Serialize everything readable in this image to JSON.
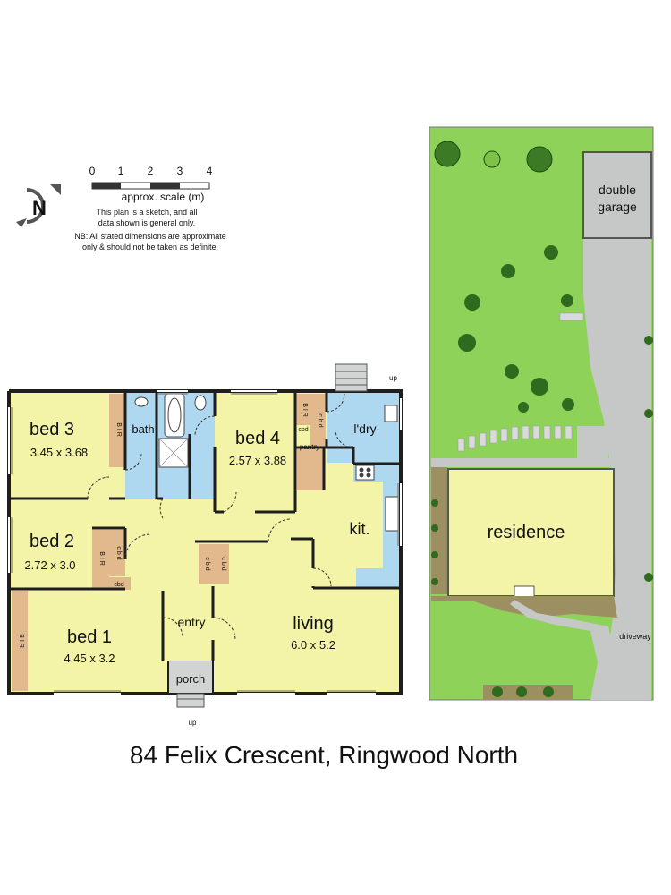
{
  "scale": {
    "ticks": [
      "0",
      "1",
      "2",
      "3",
      "4"
    ],
    "caption": "approx. scale (m)",
    "note1": "This plan is a sketch, and all",
    "note2": "data shown is general only.",
    "note3": "NB: All stated dimensions are approximate",
    "note4": "only & should not be taken as definite."
  },
  "compass": {
    "letter": "N"
  },
  "rooms": {
    "bed3": {
      "name": "bed 3",
      "dims": "3.45 x 3.68"
    },
    "bed4": {
      "name": "bed 4",
      "dims": "2.57 x 3.88"
    },
    "bed2": {
      "name": "bed 2",
      "dims": "2.72 x 3.0"
    },
    "bed1": {
      "name": "bed 1",
      "dims": "4.45 x 3.2"
    },
    "living": {
      "name": "living",
      "dims": "6.0 x 5.2"
    },
    "bath": "bath",
    "laundry": "l'dry",
    "pantry": "pantry",
    "kitchen": "kit.",
    "entry": "entry",
    "porch": "porch"
  },
  "storage": {
    "bir": "B I R",
    "cbd": "cbd",
    "c_b_d": "c b d"
  },
  "markers": {
    "up": "up"
  },
  "site": {
    "garage_line1": "double",
    "garage_line2": "garage",
    "residence": "residence",
    "driveway": "driveway"
  },
  "address": "84 Felix Crescent, Ringwood North",
  "colors": {
    "room": "#f3f4a8",
    "wet": "#aed8ef",
    "cabinet": "#e2b98d",
    "lawn": "#8fd25a",
    "drive": "#c6c8c8",
    "wall": "#1e1e1e"
  }
}
